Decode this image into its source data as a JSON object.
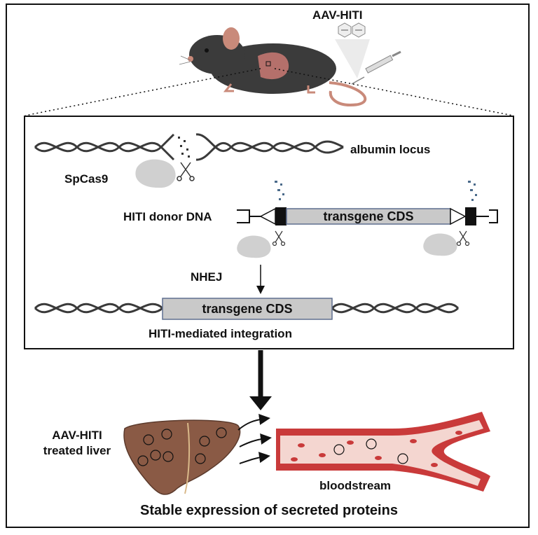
{
  "top": {
    "vector_label": "AAV-HITI"
  },
  "inset": {
    "locus_label": "albumin locus",
    "nuclease_label": "SpCas9",
    "donor_label": "HITI donor DNA",
    "donor_cds_label": "transgene CDS",
    "repair_label": "NHEJ",
    "integrated_cds_label": "transgene CDS",
    "result_label": "HITI-mediated integration"
  },
  "bottom": {
    "liver_label_line1": "AAV-HITI",
    "liver_label_line2": "treated liver",
    "vessel_label": "bloodstream",
    "caption": "Stable expression of secreted proteins"
  },
  "colors": {
    "dna": "#3a3a3a",
    "mouse": "#3b3b3b",
    "mouse_ear": "#c98a7a",
    "liver": "#8a5a45",
    "cas9": "#d0d0d0",
    "cds_box": "#c9c9c9",
    "cds_border": "#5f6f8f",
    "vessel": "#c93a3a",
    "vessel_lumen": "#f4d6d0"
  }
}
